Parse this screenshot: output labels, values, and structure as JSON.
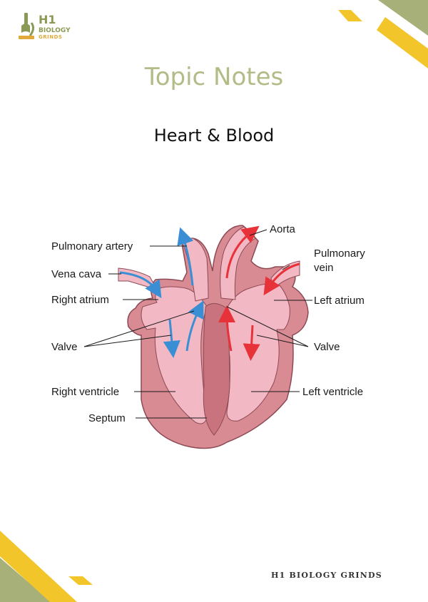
{
  "brand": {
    "logo_line1": "H1",
    "logo_line2": "BIOLOGY",
    "logo_line3": "GRINDS",
    "footer": "H1 BIOLOGY GRINDS"
  },
  "page": {
    "title": "Topic Notes",
    "subtitle": "Heart & Blood"
  },
  "diagram": {
    "labels": {
      "pulmonary_artery": "Pulmonary artery",
      "vena_cava": "Vena cava",
      "right_atrium": "Right atrium",
      "valve_left": "Valve",
      "right_ventricle": "Right ventricle",
      "septum": "Septum",
      "aorta": "Aorta",
      "pulmonary_vein_1": "Pulmonary",
      "pulmonary_vein_2": "vein",
      "left_atrium": "Left atrium",
      "valve_right": "Valve",
      "left_ventricle": "Left ventricle"
    }
  },
  "colors": {
    "accent_green": "#a8b07a",
    "accent_yellow": "#f2c52a",
    "title_green": "#b1bc86",
    "heart_outer": "#d98b93",
    "heart_inner": "#f2b8c4",
    "outline": "#8c4a55",
    "arrow_blue": "#3a8fd4",
    "arrow_red": "#e8323a"
  }
}
